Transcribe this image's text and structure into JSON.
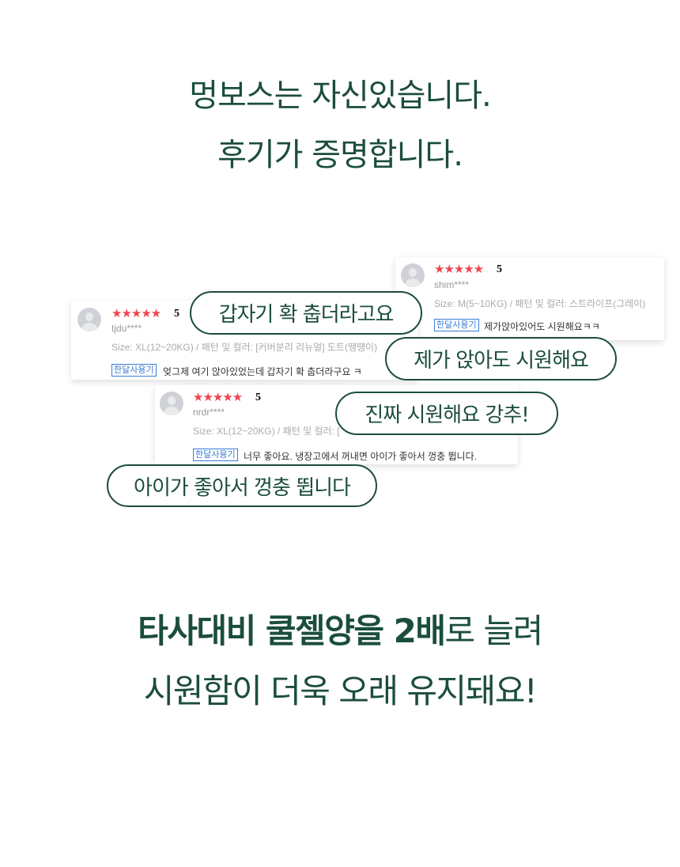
{
  "headline": {
    "line1": "멍보스는 자신있습니다.",
    "line2": "후기가 증명합니다."
  },
  "reviews": [
    {
      "user": "shim****",
      "stars": "★★★★★",
      "score": "5",
      "size": "Size: M(5~10KG) / 패턴 및 컬러: 스트라이프(그레이)",
      "tag": "한달사용기",
      "comment": "제가앉아있어도 시원해요ㅋㅋ"
    },
    {
      "user": "tjdu****",
      "stars": "★★★★★",
      "score": "5",
      "size": "Size: XL(12~20KG) / 패턴 및 컬러: [커버분리 리뉴얼] 도트(땡땡이)",
      "tag": "한달사용기",
      "comment": "엊그제 여기 앉아있었는데 갑자기 확 춥더라구요 ㅋ"
    },
    {
      "user": "nrdr****",
      "stars": "★★★★★",
      "score": "5",
      "size": "Size: XL(12~20KG) / 패턴 및 컬러: [",
      "tag": "한달사용기",
      "comment": "너무 좋아요. 냉장고에서 꺼내면 아이가 좋아서 껑충 뜁니다."
    }
  ],
  "bubbles": [
    "갑자기 확 춥더라고요",
    "제가 앉아도 시원해요",
    "진짜 시원해요 강추!",
    "아이가 좋아서 껑충 뜁니다"
  ],
  "bottom": {
    "bold": "타사대비 쿨젤양을 2배",
    "rest": "로 늘려",
    "line2": "시원함이 더욱 오래 유지돼요!"
  }
}
